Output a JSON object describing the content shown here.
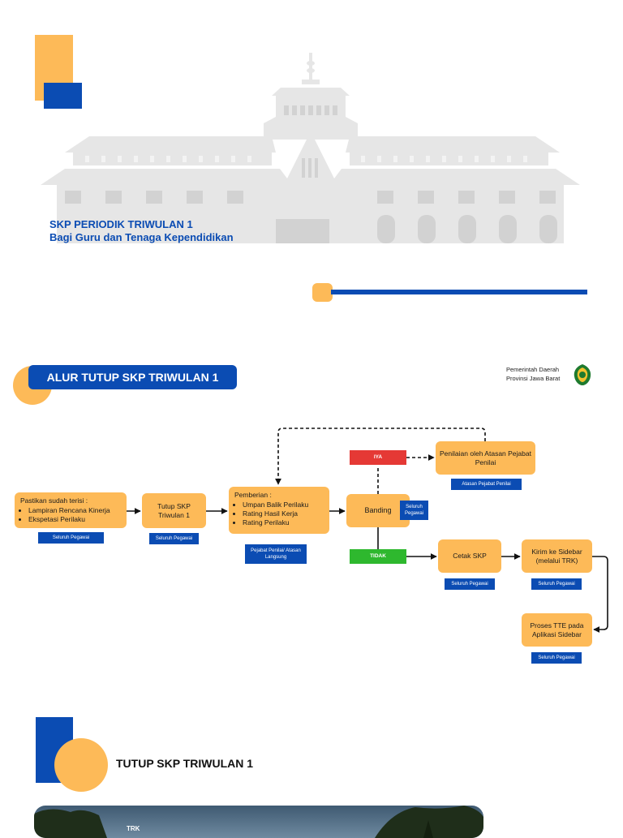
{
  "cover": {
    "title_line1": "SKP PERIODIK TRIWULAN 1",
    "title_line2": "Bagi Guru dan Tenaga Kependidikan"
  },
  "section2": {
    "heading": "ALUR TUTUP SKP TRIWULAN 1",
    "org_line1": "Pemerintah Daerah",
    "org_line2": "Provinsi Jawa Barat"
  },
  "flow": {
    "step1_intro": "Pastikan sudah terisi :",
    "step1_items": [
      "Lampiran Rencana Kinerja",
      "Ekspetasi Perilaku"
    ],
    "step1_tag": "Seluruh Pegawai",
    "step2": "Tutup SKP Triwulan 1",
    "step2_tag": "Seluruh Pegawai",
    "step3_intro": "Pemberian :",
    "step3_items": [
      "Umpan Balik Perilaku",
      "Rating Hasil Kerja",
      "Rating Perilaku"
    ],
    "step3_tag": "Pejabat Penilai/ Atasan Langsung",
    "banding": "Banding",
    "banding_tag": "Seluruh Pegawai",
    "iya": "IYA",
    "tidak": "TIDAK",
    "penilaian": "Penilaian oleh Atasan Pejabat Penilai",
    "penilaian_tag": "Atasan Pejabat Penilai",
    "cetak": "Cetak SKP",
    "cetak_tag": "Seluruh Pegawai",
    "kirim": "Kirim ke Sidebar (melalui TRK)",
    "kirim_tag": "Seluruh Pegawai",
    "proses": "Proses TTE pada Aplikasi Sidebar",
    "proses_tag": "Seluruh Pegawai"
  },
  "section3": {
    "heading": "TUTUP SKP TRIWULAN 1",
    "photo_caption": "TRK"
  },
  "colors": {
    "blue": "#0B4CB3",
    "orange": "#FDBA58",
    "red": "#E53935",
    "green": "#2EB82E"
  }
}
